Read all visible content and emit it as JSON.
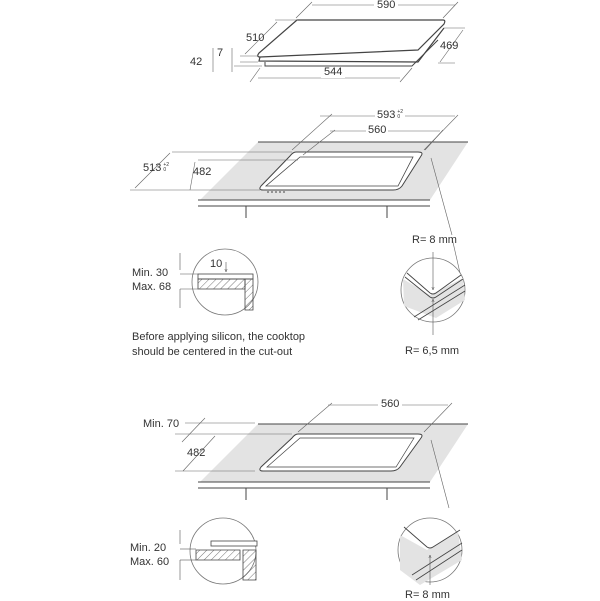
{
  "top_view": {
    "width": "590",
    "depth": "510",
    "lower_width": "544",
    "lower_depth": "469",
    "glass_thickness": "7",
    "total_height": "42"
  },
  "cutout_flush": {
    "outer_width": "593",
    "outer_width_tol_top": "+2",
    "outer_width_tol_bot": "0",
    "inner_width": "560",
    "outer_depth": "513",
    "outer_depth_tol_top": "+2",
    "outer_depth_tol_bot": "0",
    "inner_depth": "482",
    "detail_gap": "10",
    "worktop_min": "Min. 30",
    "worktop_max": "Max. 68",
    "radius_outer": "R= 8 mm",
    "radius_inner": "R= 6,5 mm",
    "note_line1": "Before applying silicon, the cooktop",
    "note_line2": "should be centered in the cut-out"
  },
  "cutout_standard": {
    "width": "560",
    "front_min": "Min. 70",
    "depth": "482",
    "worktop_min": "Min. 20",
    "worktop_max": "Max. 60",
    "radius": "R= 8 mm"
  },
  "colors": {
    "line": "#444444",
    "worktop_fill": "#e3e3e3",
    "text": "#333333"
  }
}
